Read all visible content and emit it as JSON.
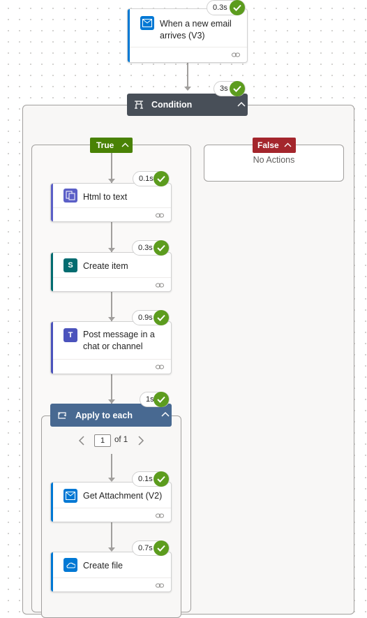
{
  "trigger": {
    "title": "When a new email arrives (V3)",
    "duration": "0.3s",
    "color": "#0078d4"
  },
  "condition": {
    "title": "Condition",
    "duration": "3s"
  },
  "true_branch": {
    "label": "True"
  },
  "false_branch": {
    "label": "False",
    "empty_text": "No Actions"
  },
  "actions": [
    {
      "title": "Html to text",
      "duration": "0.1s",
      "icon": "html-to-text-icon"
    },
    {
      "title": "Create item",
      "duration": "0.3s",
      "icon": "sharepoint-icon"
    },
    {
      "title": "Post message in a chat or channel",
      "duration": "0.9s",
      "icon": "teams-icon"
    }
  ],
  "apply_each": {
    "title": "Apply to each",
    "duration": "1s",
    "pager": {
      "current": "1",
      "of_text": "of 1"
    },
    "actions": [
      {
        "title": "Get Attachment (V2)",
        "duration": "0.1s",
        "icon": "outlook-icon"
      },
      {
        "title": "Create file",
        "duration": "0.7s",
        "icon": "onedrive-icon"
      }
    ]
  },
  "colors": {
    "success": "#5c9c1e",
    "true": "#498205",
    "false": "#a4262c",
    "condition_header": "#484f58",
    "apply_header": "#486991"
  }
}
